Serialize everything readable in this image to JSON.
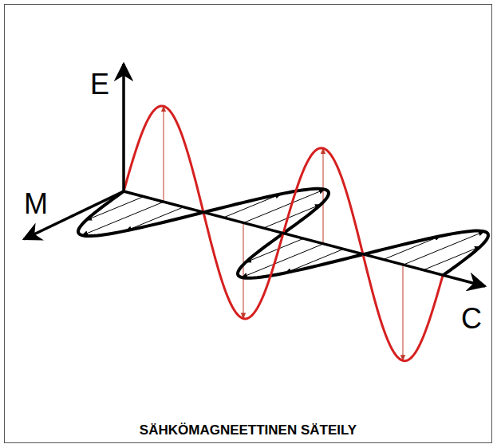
{
  "diagram": {
    "caption": "SÄHKÖMAGNEETTINEN SÄTEILY",
    "labels": [
      "E",
      "M",
      "C"
    ]
  }
}
